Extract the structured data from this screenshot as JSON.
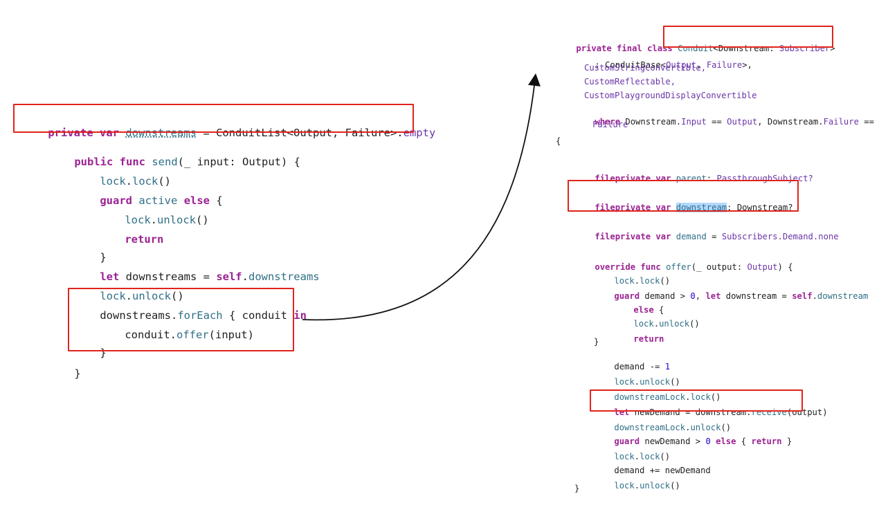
{
  "left_code": {
    "decl": {
      "kw1": "private",
      "kw2": "var",
      "name": "downstreams",
      "eq": " = ",
      "type": "ConduitList",
      "generics": "<Output, Failure>.",
      "empty": "empty"
    },
    "l1": {
      "kw1": "public",
      "kw2": "func",
      "name": "send",
      "args": "(_ ",
      "param": "input: Output) {"
    },
    "l2": {
      "recv": "lock",
      "dot": ".",
      "call": "lock",
      "paren": "()"
    },
    "l3": {
      "kw1": "guard",
      "word": "active",
      "kw2": "else",
      "brace": " {"
    },
    "l4": {
      "recv": "lock",
      "dot": ".",
      "call": "unlock",
      "paren": "()"
    },
    "l5": {
      "kw": "return"
    },
    "l6": {
      "brace": "}"
    },
    "l7": {
      "kw": "let",
      "var": " downstreams = ",
      "kw2": "self",
      "dot": ".",
      "prop": "downstreams"
    },
    "l8": {
      "recv": "lock",
      "dot": ".",
      "call": "unlock",
      "paren": "()"
    },
    "l9": {
      "recv": "downstreams.",
      "call": "forEach",
      "mid": " { conduit ",
      "kw": "in"
    },
    "l10": {
      "recv": "conduit.",
      "call": "offer",
      "paren": "(input)"
    },
    "l11": {
      "brace": "}"
    },
    "l12": {
      "brace": "}"
    }
  },
  "right_code": {
    "r1": {
      "kw": "private final class",
      "cls": "Conduit",
      "gen": "<Downstream: ",
      "ty": "Subscriber",
      "end": ">"
    },
    "r2": {
      "pre": ": ConduitBase<",
      "a": "Output",
      "sep": ", ",
      "b": "Failure",
      "end": ">,"
    },
    "r3": {
      "text": "CustomStringConvertible,"
    },
    "r4": {
      "text": "CustomReflectable,"
    },
    "r5": {
      "text": "CustomPlaygroundDisplayConvertible"
    },
    "r6": {
      "kw": "where",
      "a": " Downstream.",
      "b": "Input",
      "c": " == ",
      "d": "Output",
      "e": ", Downstream.",
      "f": "Failure",
      "g": " =="
    },
    "r7": {
      "text": "Failure"
    },
    "r8": {
      "text": "{"
    },
    "r9": {
      "kw": "fileprivate var",
      "name": " parent",
      "colon": ": ",
      "ty": "PassthroughSubject?"
    },
    "r10": {
      "kw": "fileprivate var",
      "name": "downstream",
      "colon": ": ",
      "ty": "Downstream?"
    },
    "r11": {
      "kw": "fileprivate var",
      "name": " demand",
      "eq": " = ",
      "a": "Subscribers",
      "b": ".Demand.",
      "c": "none"
    },
    "r12": {
      "kw": "override func",
      "name": " offer",
      "args": "(_ ",
      "param": "output: ",
      "ty": "Output",
      "end": ") {"
    },
    "r13": {
      "recv": "lock",
      "dot": ".",
      "call": "lock",
      "paren": "()"
    },
    "r14": {
      "kw": "guard",
      "a": " demand > ",
      "num": "0",
      "b": ", ",
      "kw2": "let",
      "c": " downstream = ",
      "kw3": "self",
      "d": ".",
      "e": "downstream"
    },
    "r15": {
      "kw": "else",
      "end": " {"
    },
    "r16": {
      "recv": "lock",
      "dot": ".",
      "call": "unlock",
      "paren": "()"
    },
    "r17": {
      "kw": "return"
    },
    "r18": {
      "text": "}"
    },
    "r19": {
      "a": "demand -= ",
      "num": "1"
    },
    "r20": {
      "recv": "lock",
      "dot": ".",
      "call": "unlock",
      "paren": "()"
    },
    "r21": {
      "recv": "downstreamLock",
      "dot": ".",
      "call": "lock",
      "paren": "()"
    },
    "r22": {
      "kw": "let",
      "a": " newDemand = downstream.",
      "call": "receive",
      "paren": "(output)"
    },
    "r23": {
      "recv": "downstreamLock",
      "dot": ".",
      "call": "unlock",
      "paren": "()"
    },
    "r24": {
      "kw": "guard",
      "a": " newDemand > ",
      "num": "0",
      "kw2": " else",
      "end": " { ",
      "kw3": "return",
      "end2": " }"
    },
    "r25": {
      "recv": "lock",
      "dot": ".",
      "call": "lock",
      "paren": "()"
    },
    "r26": {
      "a": "demand += newDemand"
    },
    "r27": {
      "recv": "lock",
      "dot": ".",
      "call": "unlock",
      "paren": "()"
    },
    "r28": {
      "text": "}"
    }
  },
  "colors": {
    "keyword": "#9b2393",
    "function": "#2f6f87",
    "type": "#6b36a8",
    "highlight_box": "#e0231b",
    "selection": "#b3d7ff"
  }
}
